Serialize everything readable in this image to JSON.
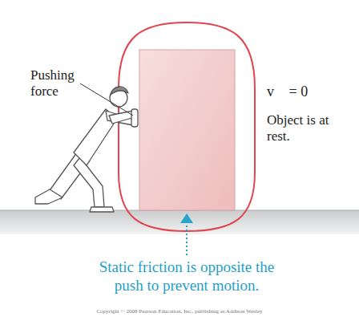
{
  "diagram": {
    "labels": [
      "Pushing force",
      "v⃗ = 0⃗",
      "Object is at rest.",
      "Static friction is opposite the push to prevent motion.",
      "Copyright © 2008 Pearson Education, Inc., publishing as Addison Wesley"
    ]
  }
}
